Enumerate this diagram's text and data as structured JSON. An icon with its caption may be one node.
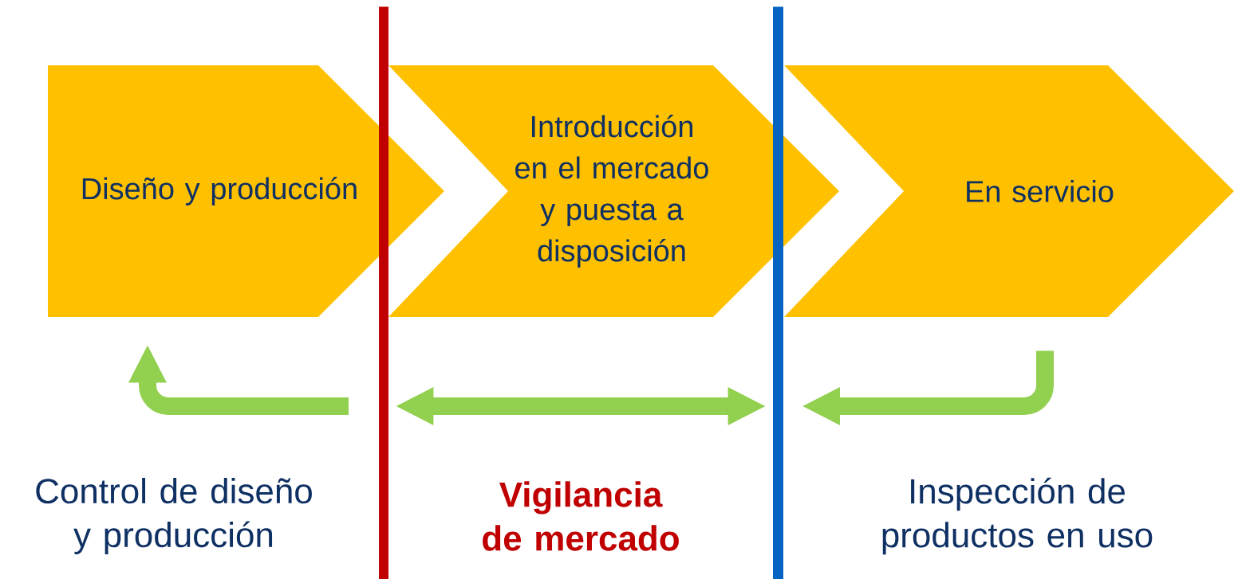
{
  "diagram": {
    "nodes": [
      {
        "text": [
          "Diseño y producción"
        ]
      },
      {
        "text": [
          "Introducción en el mercado y puesta a disposición"
        ]
      },
      {
        "text": [
          "En servicio"
        ]
      },
      {
        "text": [],
        "shape": "bar"
      },
      {
        "text": [],
        "shape": "bar"
      }
    ],
    "edges": [
      {
        "from": null,
        "to": 0,
        "arrow": "to"
      },
      {
        "from": 3,
        "to": 4,
        "arrow": "both"
      },
      {
        "from": 2,
        "to": null,
        "arrow": "to"
      }
    ],
    "labels": [
      "Control de diseño y producción",
      "Vigilancia de mercado",
      "Inspección de productos en uso"
    ]
  }
}
